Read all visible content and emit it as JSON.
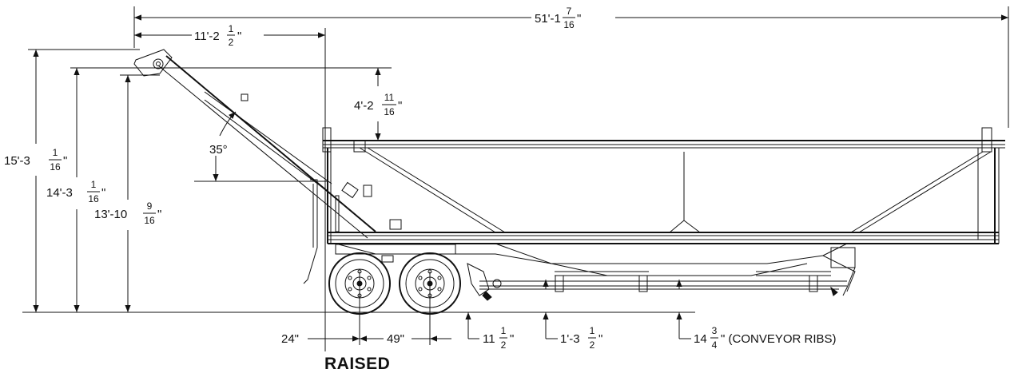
{
  "caption": "RAISED",
  "dimensions": {
    "overall_length": {
      "whole": "51'-1",
      "num": "7",
      "den": "16",
      "tail": "\""
    },
    "conveyor_reach": {
      "whole": "11'-2",
      "num": "1",
      "den": "2",
      "tail": "\""
    },
    "height_above_body": {
      "whole": "4'-2",
      "num": "11",
      "den": "16",
      "tail": "\""
    },
    "overall_height": {
      "whole": "15'-3",
      "num": "1",
      "den": "16",
      "tail": "\""
    },
    "discharge_top": {
      "whole": "14'-3",
      "num": "1",
      "den": "16",
      "tail": "\""
    },
    "discharge_height": {
      "whole": "13'-10",
      "num": "9",
      "den": "16",
      "tail": "\""
    },
    "angle": "35°",
    "front_overhang": "24\"",
    "axle_spacing": "49\"",
    "clearance_1": {
      "whole": "11",
      "num": "1",
      "den": "2",
      "tail": "\""
    },
    "clearance_2": {
      "whole": "1'-3",
      "num": "1",
      "den": "2",
      "tail": "\""
    },
    "clearance_3": {
      "whole": "14",
      "num": "3",
      "den": "4",
      "tail": "\" (CONVEYOR RIBS)"
    }
  }
}
